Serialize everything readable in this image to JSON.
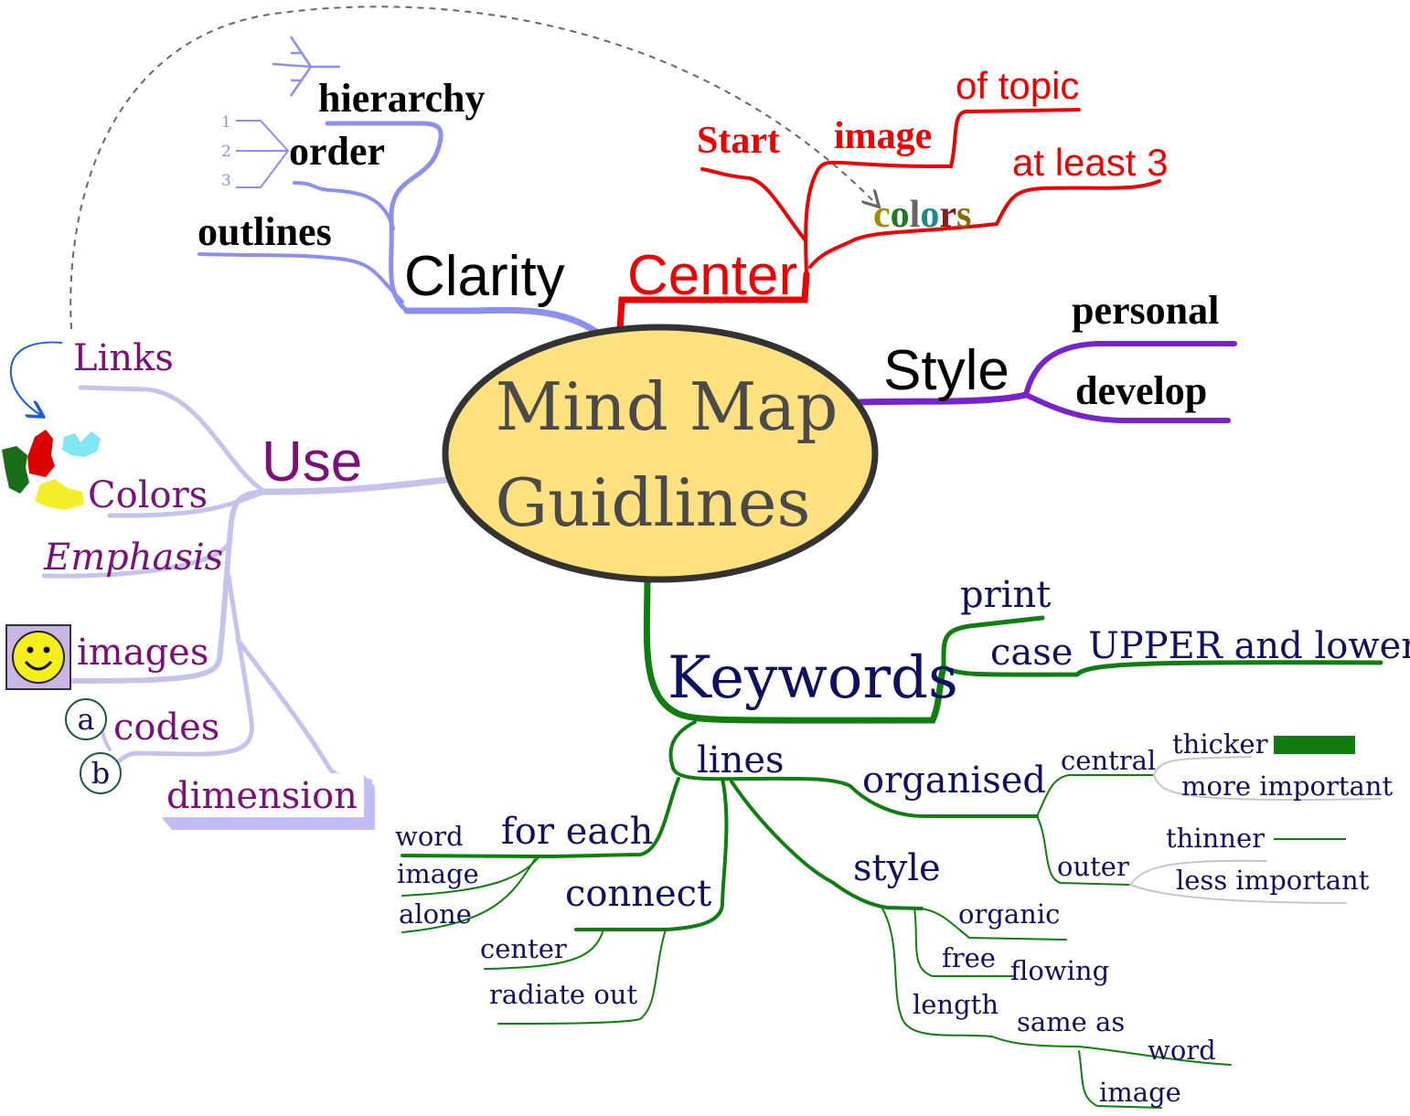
{
  "colors": {
    "center_fill": "#fde17f",
    "center_stroke": "#333333",
    "center_text": "#4a4a4a",
    "clarity": "#8b8fef",
    "center_branch": "#ee0000",
    "style_branch": "#7722cc",
    "use_branch": "#c5c2ee",
    "use_text": "#7b1178",
    "keywords_branch": "#0f7d0f",
    "keywords_text": "#101060",
    "grey": "#c7c7c7",
    "link": "#1e5fd8"
  },
  "center": {
    "line1": "Mind Map",
    "line2": "Guidlines"
  },
  "clarity": {
    "label": "Clarity",
    "hierarchy": "hierarchy",
    "order": "order",
    "outlines": "outlines",
    "numbers": [
      "1",
      "2",
      "3"
    ]
  },
  "center_branch": {
    "label": "Center",
    "start": "Start",
    "image": "image",
    "of_topic": "of topic",
    "at_least_3": "at least 3",
    "colors_letters": [
      {
        "ch": "c",
        "color": "#a08c00"
      },
      {
        "ch": "o",
        "color": "#1f7a1f"
      },
      {
        "ch": "l",
        "color": "#666666"
      },
      {
        "ch": "o",
        "color": "#1a8a8a"
      },
      {
        "ch": "r",
        "color": "#8b1a1a"
      },
      {
        "ch": "s",
        "color": "#8a6a00"
      }
    ]
  },
  "style": {
    "label": "Style",
    "personal": "personal",
    "develop": "develop"
  },
  "use": {
    "label": "Use",
    "links": "Links",
    "colors": "Colors",
    "emphasis": "Emphasis",
    "images": "images",
    "codes": "codes",
    "code_a": "a",
    "code_b": "b",
    "dimension": "dimension"
  },
  "keywords": {
    "label": "Keywords",
    "print": "print",
    "case": "case",
    "upper_lower": "UPPER and lower",
    "lines": "lines",
    "organised": "organised",
    "central": "central",
    "thicker": "thicker",
    "more_important": "more important",
    "outer": "outer",
    "thinner": "thinner",
    "less_important": "less important",
    "style": "style",
    "organic": "organic",
    "free": "free",
    "flowing": "flowing",
    "length": "length",
    "same_as": "same as",
    "word2": "word",
    "image2": "image",
    "for_each": "for each",
    "word": "word",
    "image": "image",
    "alone": "alone",
    "connect": "connect",
    "center": "center",
    "radiate_out": "radiate out"
  }
}
